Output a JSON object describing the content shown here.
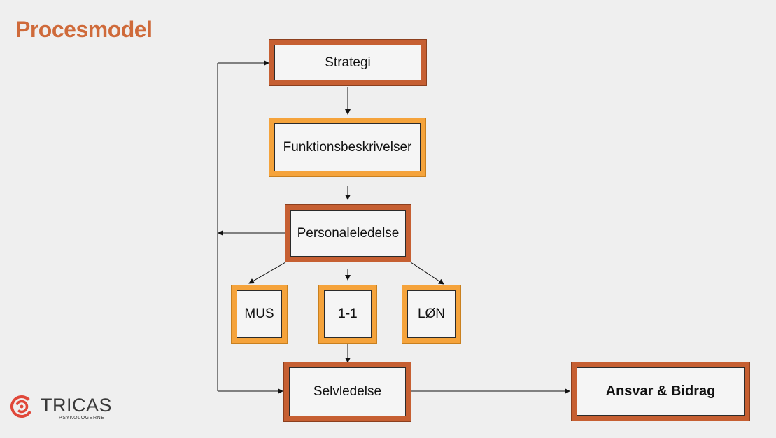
{
  "title": "Procesmodel",
  "colors": {
    "title": "#cf6a3a",
    "dark_box": "#c65f32",
    "light_box": "#f5a33b"
  },
  "nodes": {
    "strategi": "Strategi",
    "funktionsbeskrivelser": "Funktionsbeskrivelser",
    "personaleledelse": "Personaleledelse",
    "mus": "MUS",
    "one_on_one": "1-1",
    "loen": "LØN",
    "selvledelse": "Selvledelse",
    "ansvar_bidrag": "Ansvar & Bidrag"
  },
  "logo": {
    "name": "TRICAS",
    "tagline": "PSYKOLOGERNE"
  }
}
